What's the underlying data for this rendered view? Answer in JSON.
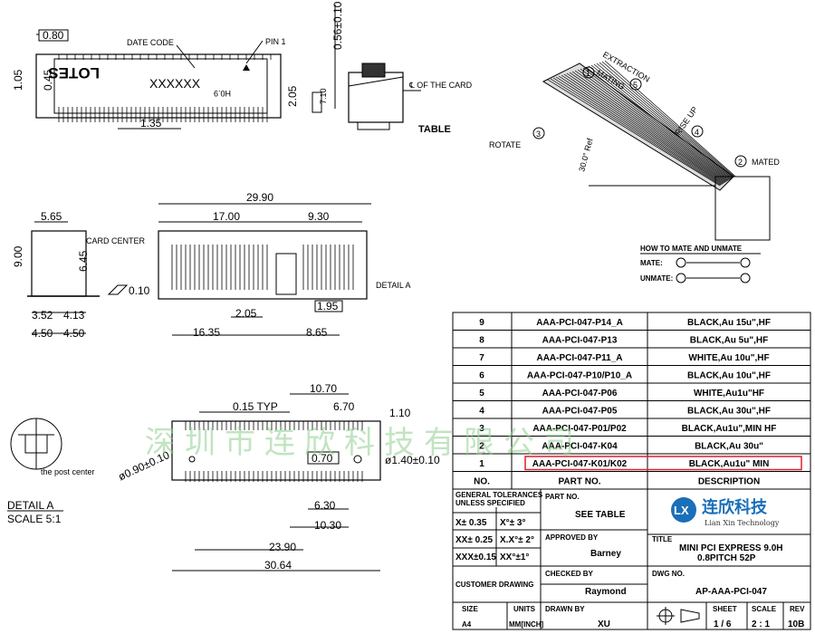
{
  "top_view": {
    "dim_080": "0.80",
    "date_code": "DATE CODE",
    "pin1": "PIN 1",
    "lotes": "LOTES",
    "xxxxxx": "XXXXXX",
    "h09": "H0.9",
    "dim_105": "1.05",
    "dim_045": "0.45",
    "dim_205": "2.05",
    "dim_135": "1.35"
  },
  "side_view": {
    "dim_056": "0.56±0.10",
    "dim_710": "7.10",
    "cl_card": "℄ OF THE CARD",
    "table": "TABLE"
  },
  "mating_view": {
    "extraction": "EXTRACTION",
    "mating": "MATING",
    "rise_up": "RISE UP",
    "rotate": "ROTATE",
    "ref": "30.0° Ref",
    "mated": "MATED",
    "n1": "1",
    "n2": "2",
    "n3": "3",
    "n4": "4",
    "n5": "5",
    "how_to": "HOW TO MATE AND UNMATE",
    "mate": "MATE:",
    "unmate": "UNMATE:"
  },
  "front_view": {
    "dim_2990": "29.90",
    "dim_1700": "17.00",
    "dim_930": "9.30",
    "card_center": "CARD CENTER",
    "flat": "0.10",
    "detail_a": "DETAIL A",
    "dim_195": "1.95",
    "dim_205": "2.05",
    "dim_1635": "16.35",
    "dim_865": "8.65"
  },
  "end_view": {
    "dim_565": "5.65",
    "dim_900": "9.00",
    "dim_645": "6.45",
    "dim_352": "3.52",
    "dim_413": "4.13",
    "dim_450a": "4.50",
    "dim_450b": "4.50"
  },
  "detail": {
    "post_center": "the post center",
    "title": "DETAIL A",
    "scale": "SCALE 5:1"
  },
  "bottom_view": {
    "dim_1070": "10.70",
    "dim_015": "0.15 TYP",
    "dim_670": "6.70",
    "dim_110": "1.10",
    "dim_070": "0.70",
    "hole_left": "ø0.90±0.10",
    "hole_right": "ø1.40±0.10",
    "dim_630": "6.30",
    "dim_1030": "10.30",
    "dim_2390": "23.90",
    "dim_3064": "30.64"
  },
  "watermark": "深圳市连欣科技有限公司",
  "parts_table": {
    "rows": [
      {
        "no": "9",
        "part": "AAA-PCI-047-P14_A",
        "desc": "BLACK,Au 15u\",HF"
      },
      {
        "no": "8",
        "part": "AAA-PCI-047-P13",
        "desc": "BLACK,Au 5u\",HF"
      },
      {
        "no": "7",
        "part": "AAA-PCI-047-P11_A",
        "desc": "WHITE,Au 10u\",HF"
      },
      {
        "no": "6",
        "part": "AAA-PCI-047-P10/P10_A",
        "desc": "BLACK,Au 10u\",HF"
      },
      {
        "no": "5",
        "part": "AAA-PCI-047-P06",
        "desc": "WHITE,Au1u\"HF"
      },
      {
        "no": "4",
        "part": "AAA-PCI-047-P05",
        "desc": "BLACK,Au 30u\",HF"
      },
      {
        "no": "3",
        "part": "AAA-PCI-047-P01/P02",
        "desc": "BLACK,Au1u\",MIN HF"
      },
      {
        "no": "2",
        "part": "AAA-PCI-047-K04",
        "desc": "BLACK,Au 30u\""
      },
      {
        "no": "1",
        "part": "AAA-PCI-047-K01/K02",
        "desc": "BLACK,Au1u\" MIN"
      }
    ],
    "header_no": "NO.",
    "header_part": "PART NO.",
    "header_desc": "DESCRIPTION",
    "highlight_color": "#e0202a"
  },
  "title_block": {
    "tol_title1": "GENERAL TOLERANCES",
    "tol_title2": "UNLESS SPECIFIED",
    "tol1a": "X± 0.35",
    "tol1b": "X°± 3°",
    "tol2a": "XX± 0.25",
    "tol2b": "X.X°± 2°",
    "tol3a": "XXX±0.15",
    "tol3b": "XX°±1°",
    "part_no_label": "PART NO.",
    "part_no_value": "SEE TABLE",
    "approved_label": "APPROVED BY",
    "approved_value": "Barney",
    "checked_label": "CHECKED BY",
    "checked_value": "Raymond",
    "drawn_label": "DRAWN BY",
    "drawn_value": "XU",
    "customer": "CUSTOMER DRAWING",
    "size_label": "SIZE",
    "size_value": "A4",
    "units_label": "UNITS",
    "units_value": "MM[INCH]",
    "logo_cn": "连欣科技",
    "logo_en": "Lian Xin Technology",
    "logo_mark": "LX",
    "title_label": "TITLE",
    "title_line1": "MINI PCI EXPRESS 9.0H",
    "title_line2": "0.8PITCH 52P",
    "dwg_label": "DWG NO.",
    "dwg_value": "AP-AAA-PCI-047",
    "sheet_label": "SHEET",
    "sheet_value": "1 / 6",
    "scale_label": "SCALE",
    "scale_value": "2 : 1",
    "rev_label": "REV",
    "rev_value": "10B",
    "logo_color": "#1a6fb8"
  }
}
